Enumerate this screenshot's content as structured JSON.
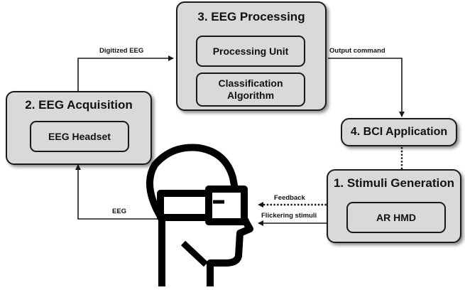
{
  "blocks": {
    "acquisition": {
      "title": "2. EEG Acquisition",
      "inner": "EEG Headset"
    },
    "processing": {
      "title": "3. EEG Processing",
      "unit": "Processing Unit",
      "algorithm_line1": "Classification",
      "algorithm_line2": "Algorithm"
    },
    "bci_app": {
      "title": "4. BCI Application"
    },
    "stimuli": {
      "title": "1. Stimuli Generation",
      "inner": "AR HMD"
    }
  },
  "edges": {
    "digitized": "Digitized EEG",
    "output": "Output command",
    "feedback": "Feedback",
    "flicker": "Flickering stimuli",
    "eeg": "EEG"
  },
  "icons": {
    "user": "user-with-hmd-icon"
  },
  "colors": {
    "box_fill": "#d9d9d9",
    "stroke": "#1a1a1a"
  }
}
